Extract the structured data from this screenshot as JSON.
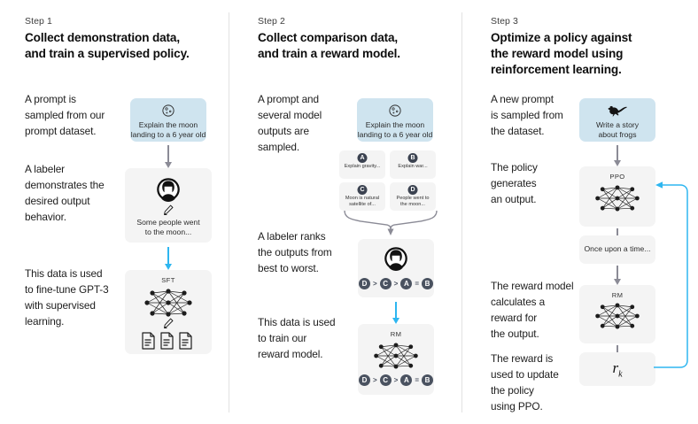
{
  "colors": {
    "prompt_box": "#cfe4ef",
    "neutral_box": "#f4f4f4",
    "grey_arrow": "#8b8b96",
    "blue_arrow": "#2eb6f0",
    "divider": "#e2e2e2",
    "badge": "#3b4250"
  },
  "steps": [
    {
      "label": "Step 1",
      "title": "Collect demonstration data,\nand train a supervised policy.",
      "paragraphs": [
        "A prompt is\nsampled from our\nprompt dataset.",
        "A labeler\ndemonstrates the\ndesired output\nbehavior.",
        "This data is used\nto fine-tune GPT-3\nwith supervised\nlearning."
      ],
      "prompt_box": {
        "icon": "moon-icon",
        "text": "Explain the moon\nlanding to a 6 year old"
      },
      "labeler_box": {
        "icon": "person-icon",
        "pencil": "pencil-icon",
        "text": "Some people went\nto the moon..."
      },
      "model_box": {
        "caption": "SFT",
        "icon": "neural-network-icon",
        "pencil": "pencil-icon",
        "docs": "documents-icon"
      }
    },
    {
      "label": "Step 2",
      "title": "Collect comparison data,\nand train a reward model.",
      "paragraphs": [
        "A prompt and\nseveral model\noutputs are\nsampled.",
        "A labeler ranks\nthe outputs from\nbest to worst.",
        "This data is used\nto train our\nreward model."
      ],
      "prompt_box": {
        "icon": "moon-icon",
        "text": "Explain the moon\nlanding to a 6 year old"
      },
      "options": [
        {
          "badge": "A",
          "text": "Explain gravity..."
        },
        {
          "badge": "B",
          "text": "Explain war..."
        },
        {
          "badge": "C",
          "text": "Moon is natural\nsatellite of..."
        },
        {
          "badge": "D",
          "text": "People went to\nthe moon..."
        }
      ],
      "labeler_box": {
        "icon": "person-icon",
        "ranking": [
          "D",
          ">",
          "C",
          ">",
          "A",
          "=",
          "B"
        ]
      },
      "model_box": {
        "caption": "RM",
        "icon": "neural-network-icon",
        "ranking": [
          "D",
          ">",
          "C",
          ">",
          "A",
          "=",
          "B"
        ]
      }
    },
    {
      "label": "Step 3",
      "title": "Optimize a policy against\nthe reward model using\nreinforcement learning.",
      "paragraphs": [
        "A new prompt\nis sampled from\nthe dataset.",
        "The policy\ngenerates\nan output.",
        "The reward model\ncalculates a\nreward for\nthe output.",
        "The reward is\nused to update\nthe policy\nusing PPO."
      ],
      "prompt_box": {
        "icon": "frog-icon",
        "text": "Write a story\nabout frogs"
      },
      "policy_box": {
        "caption": "PPO",
        "icon": "neural-network-icon"
      },
      "output_box": {
        "text": "Once upon a time..."
      },
      "reward_box": {
        "caption": "RM",
        "icon": "neural-network-icon"
      },
      "reward_value": {
        "symbol": "r",
        "subscript": "k"
      }
    }
  ]
}
